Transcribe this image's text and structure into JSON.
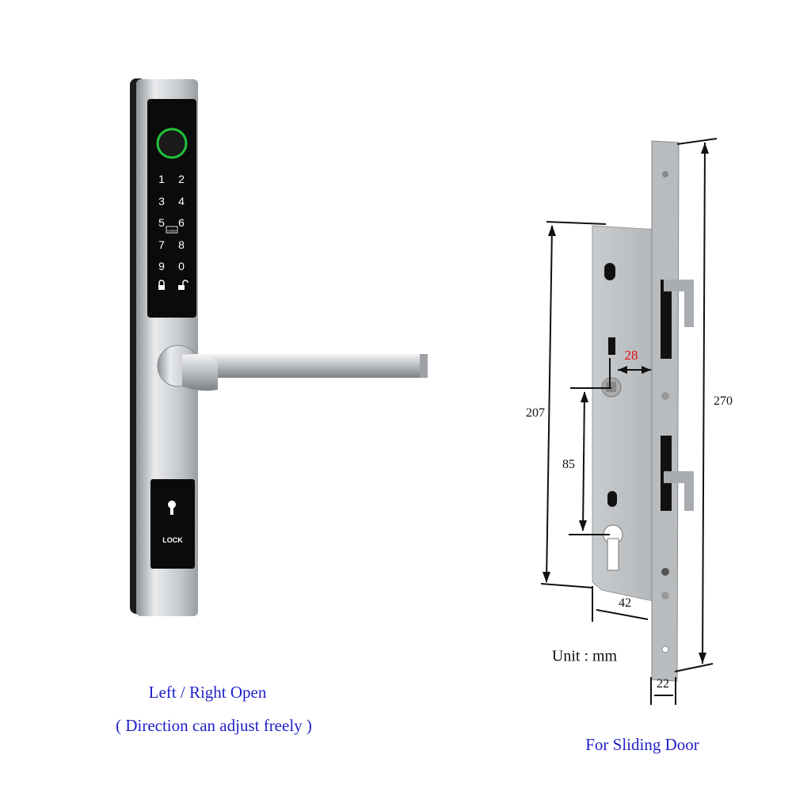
{
  "handle": {
    "keypad_keys": [
      "1",
      "2",
      "3",
      "4",
      "5",
      "6",
      "7",
      "8",
      "9",
      "0"
    ],
    "card_label": "CARD",
    "lock_panel_label": "LOCK",
    "fingerprint_ring_color": "#22c23a"
  },
  "mortise": {
    "dimensions": {
      "backset_28": "28",
      "height_207": "207",
      "height_270": "270",
      "spacing_85": "85",
      "depth_42": "42",
      "width_22": "22"
    },
    "unit_label": "Unit : mm",
    "highlight_color": "#e01010"
  },
  "captions": {
    "left_line1": "Left / Right Open",
    "left_line2": "( Direction can adjust freely )",
    "right": "For Sliding Door",
    "color": "#1f1fc8"
  }
}
